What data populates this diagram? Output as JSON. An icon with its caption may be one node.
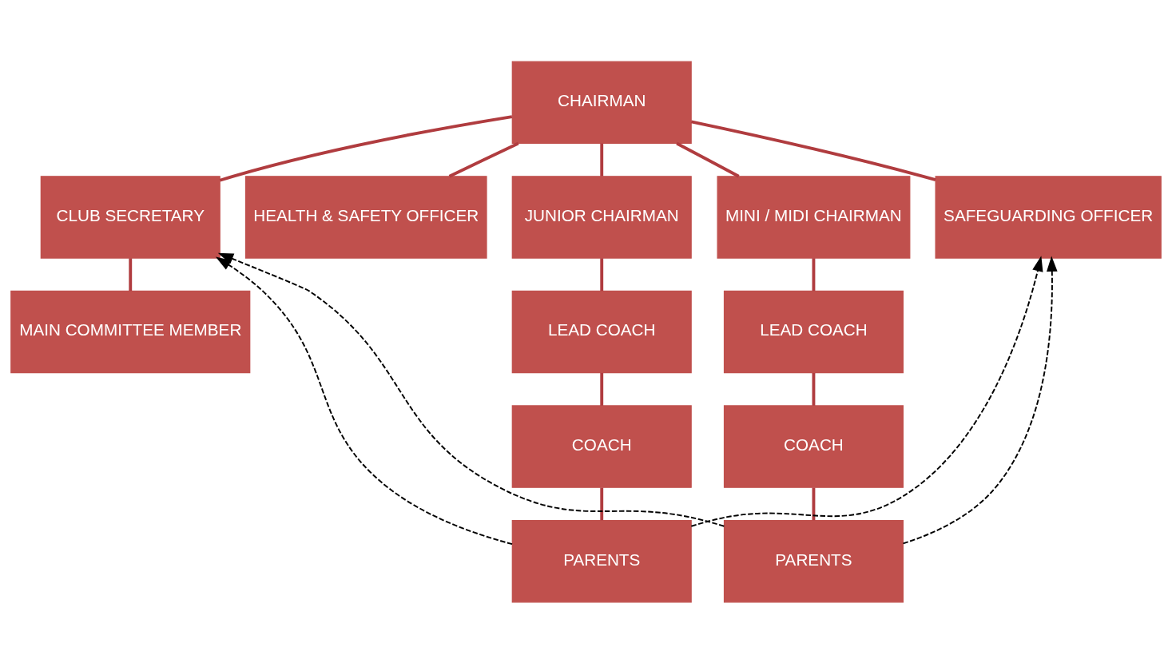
{
  "diagram": {
    "nodes": [
      {
        "text": [
          "CHAIRMAN"
        ]
      },
      {
        "text": [
          "CLUB SECRETARY"
        ]
      },
      {
        "text": [
          "HEALTH & SAFETY OFFICER"
        ]
      },
      {
        "text": [
          "JUNIOR CHAIRMAN"
        ]
      },
      {
        "text": [
          "MINI / MIDI CHAIRMAN"
        ]
      },
      {
        "text": [
          "SAFEGUARDING OFFICER"
        ]
      },
      {
        "text": [
          "MAIN COMMITTEE MEMBER"
        ]
      },
      {
        "text": [
          "LEAD COACH"
        ]
      },
      {
        "text": [
          "LEAD COACH"
        ]
      },
      {
        "text": [
          "COACH"
        ]
      },
      {
        "text": [
          "COACH"
        ]
      },
      {
        "text": [
          "PARENTS"
        ]
      },
      {
        "text": [
          "PARENTS"
        ]
      }
    ],
    "edges": [
      {
        "from": 0,
        "to": 1,
        "arrow": "none"
      },
      {
        "from": 0,
        "to": 2,
        "arrow": "none"
      },
      {
        "from": 0,
        "to": 3,
        "arrow": "none"
      },
      {
        "from": 0,
        "to": 4,
        "arrow": "none"
      },
      {
        "from": 0,
        "to": 5,
        "arrow": "none"
      },
      {
        "from": 1,
        "to": 6,
        "arrow": "none"
      },
      {
        "from": 3,
        "to": 7,
        "arrow": "none"
      },
      {
        "from": 4,
        "to": 8,
        "arrow": "none"
      },
      {
        "from": 7,
        "to": 9,
        "arrow": "none"
      },
      {
        "from": 8,
        "to": 10,
        "arrow": "none"
      },
      {
        "from": 9,
        "to": 11,
        "arrow": "none"
      },
      {
        "from": 10,
        "to": 12,
        "arrow": "none"
      },
      {
        "from": 11,
        "to": 1,
        "arrow": "to",
        "style": "dashed",
        "color": "#000000"
      },
      {
        "from": 12,
        "to": 1,
        "arrow": "to",
        "style": "dashed",
        "color": "#000000"
      },
      {
        "from": 11,
        "to": 5,
        "arrow": "to",
        "style": "dashed",
        "color": "#000000"
      },
      {
        "from": 12,
        "to": 5,
        "arrow": "to",
        "style": "dashed",
        "color": "#000000"
      }
    ]
  }
}
